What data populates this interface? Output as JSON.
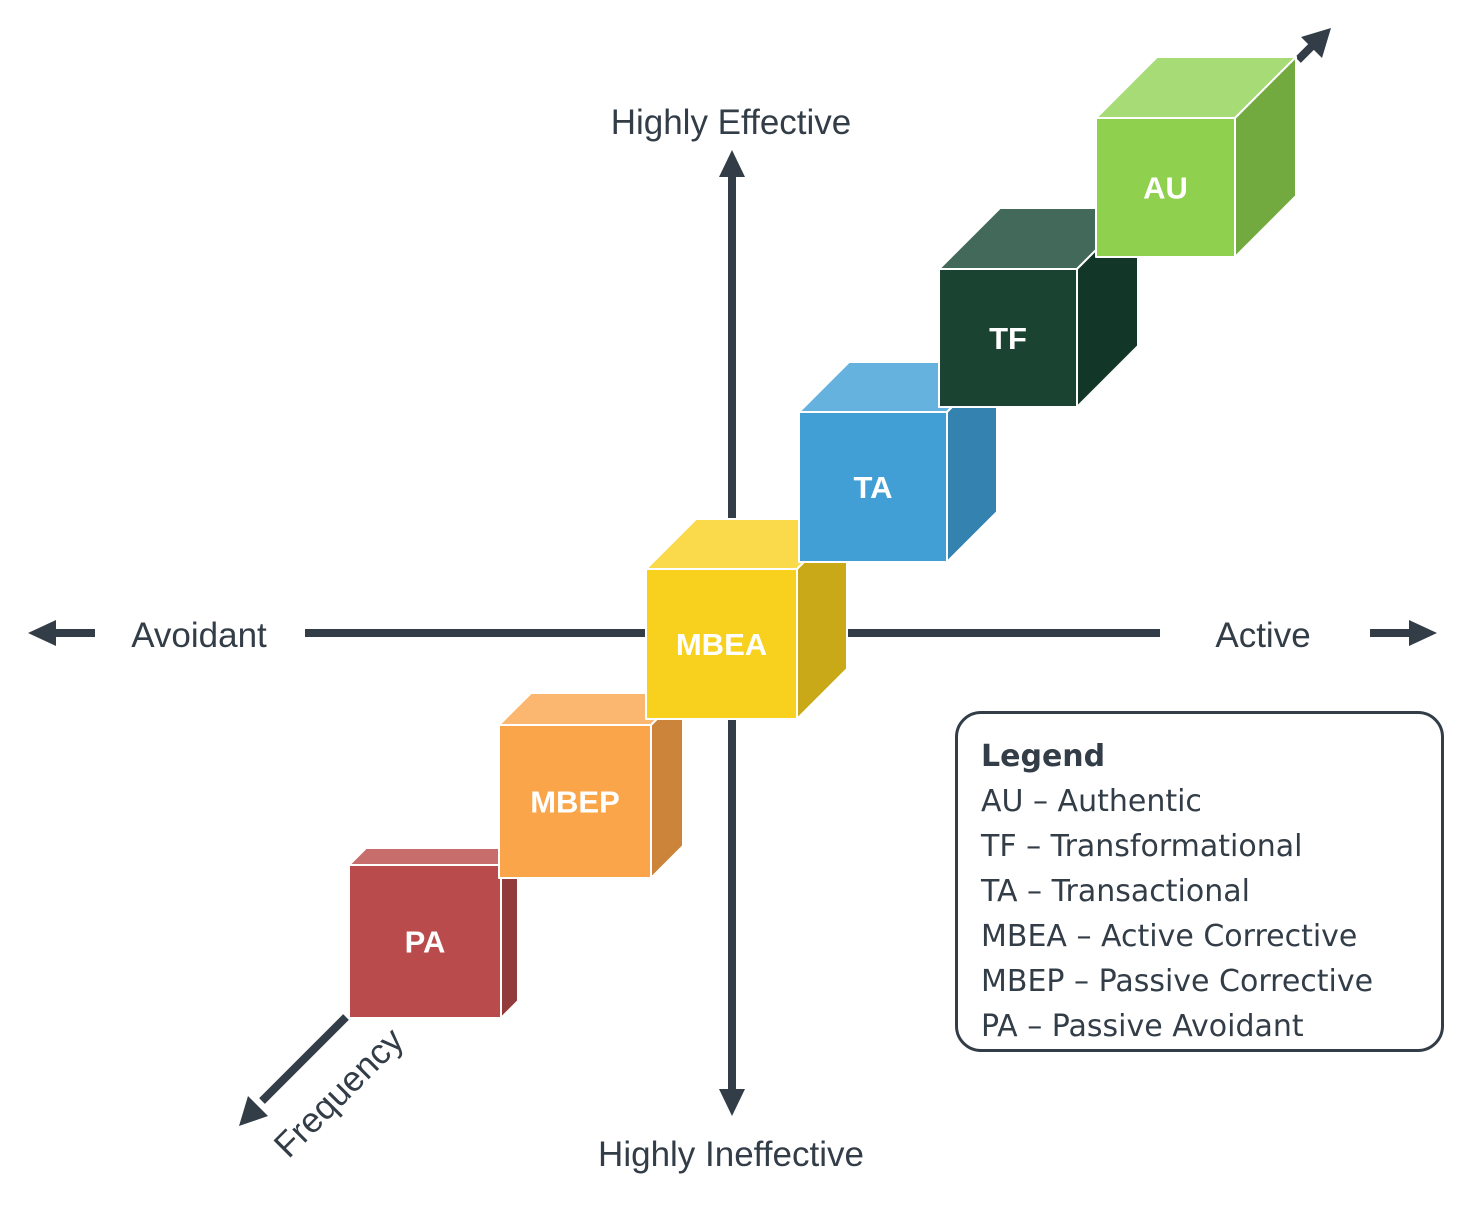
{
  "axes": {
    "top": "Highly Effective",
    "bottom": "Highly Ineffective",
    "left": "Avoidant",
    "right": "Active",
    "diagonal": "Frequency"
  },
  "cubes": [
    {
      "id": "pa",
      "label": "PA",
      "front": "#b94b4c",
      "top": "#c76e6c",
      "side": "#933b3c"
    },
    {
      "id": "mbep",
      "label": "MBEP",
      "front": "#faa54a",
      "top": "#fbb770",
      "side": "#cc843a"
    },
    {
      "id": "mbea",
      "label": "MBEA",
      "front": "#f8d11f",
      "top": "#fad94a",
      "side": "#c9a917"
    },
    {
      "id": "ta",
      "label": "TA",
      "front": "#419fd6",
      "top": "#66b2df",
      "side": "#3382b0"
    },
    {
      "id": "tf",
      "label": "TF",
      "front": "#1b4332",
      "top": "#43695a",
      "side": "#123627"
    },
    {
      "id": "au",
      "label": "AU",
      "front": "#8fd14f",
      "top": "#a6db76",
      "side": "#72aa3f"
    }
  ],
  "legend": {
    "title": "Legend",
    "items": [
      "AU – Authentic",
      "TF – Transformational",
      "TA – Transactional",
      "MBEA – Active Corrective",
      "MBEP – Passive Corrective",
      "PA – Passive Avoidant"
    ]
  },
  "colors": {
    "axis": "#333d47"
  }
}
